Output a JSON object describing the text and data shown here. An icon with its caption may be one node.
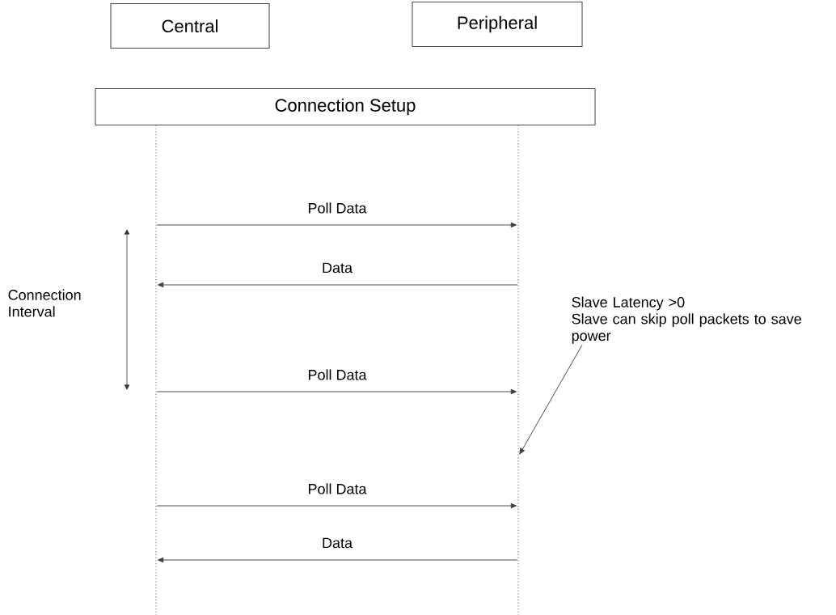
{
  "diagram": {
    "nodes": [
      {
        "text": [
          "Central"
        ]
      },
      {
        "text": [
          "Peripheral"
        ]
      },
      {
        "text": [
          "Connection Setup"
        ]
      },
      {
        "text": [],
        "shape": "line"
      },
      {
        "text": [],
        "shape": "line"
      },
      {
        "text": [
          "Slave Latency >0",
          "Slave can skip poll packets to save power"
        ]
      }
    ],
    "edges": [
      {
        "from": 3,
        "to": 4,
        "arrow": "to",
        "label": "Poll Data"
      },
      {
        "from": 4,
        "to": 3,
        "arrow": "to",
        "label": "Data"
      },
      {
        "from": 3,
        "to": 4,
        "arrow": "to",
        "label": "Poll Data"
      },
      {
        "from": 5,
        "to": 4,
        "arrow": "to"
      },
      {
        "from": 3,
        "to": 4,
        "arrow": "to",
        "label": "Poll Data"
      },
      {
        "from": 4,
        "to": 3,
        "arrow": "to",
        "label": "Data"
      }
    ],
    "labels": [
      "Connection Interval"
    ]
  }
}
